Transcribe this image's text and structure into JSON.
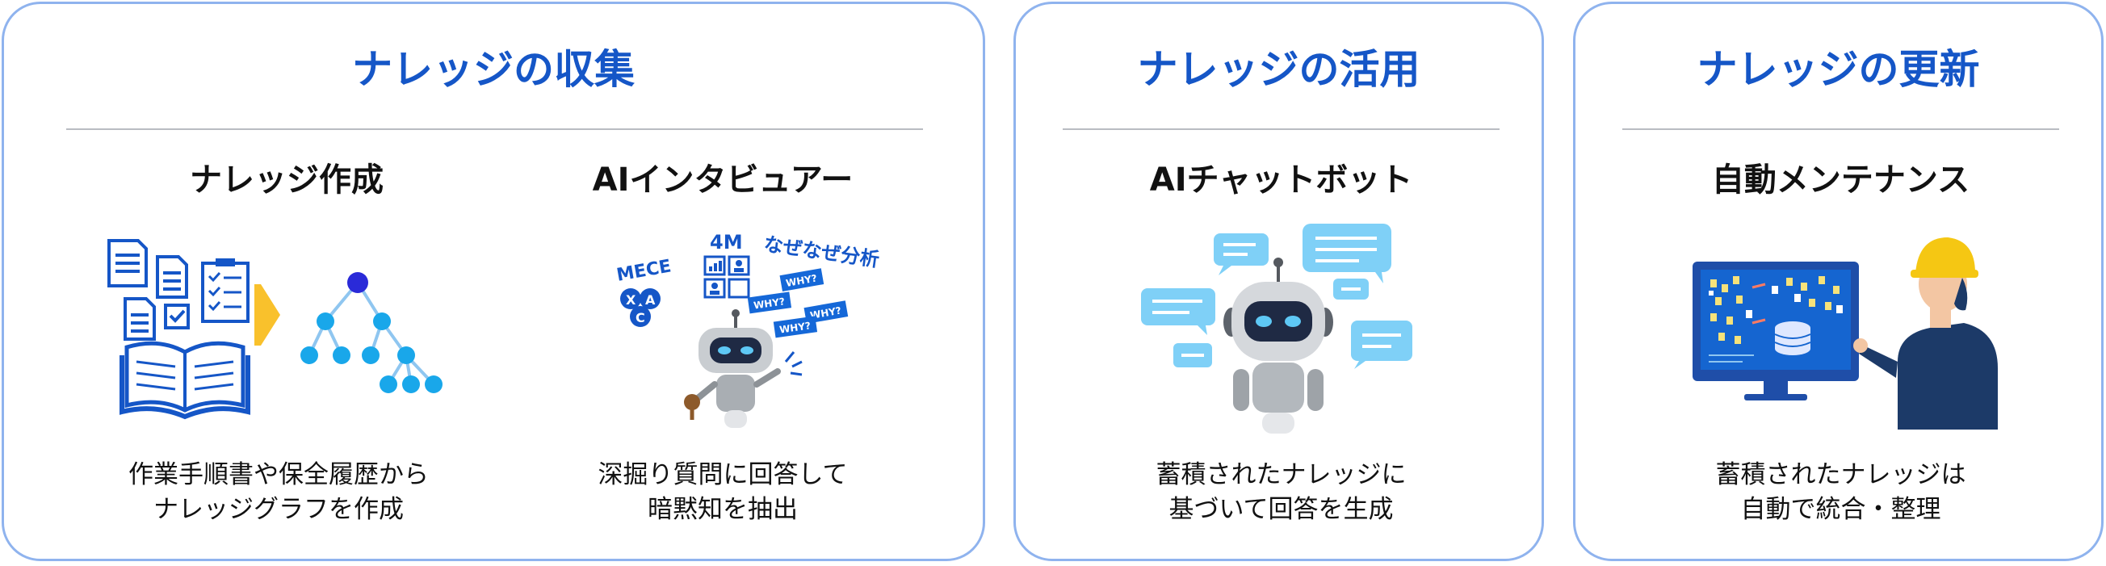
{
  "accent_color": "#1556c7",
  "border_color": "#8fb3ee",
  "cards": [
    {
      "title": "ナレッジの収集",
      "items": [
        {
          "title": "ナレッジ作成",
          "icon": "documents-to-knowledge-graph-icon",
          "desc": [
            "作業手順書や保全履歴から",
            "ナレッジグラフを作成"
          ]
        },
        {
          "title": "AIインタビュアー",
          "icon": "robot-interviewer-icon",
          "labels": {
            "mece": "MECE",
            "fourm": "4M",
            "naze": "なぜなぜ分析",
            "why": "WHY?"
          },
          "desc": [
            "深掘り質問に回答して",
            "暗黙知を抽出"
          ]
        }
      ]
    },
    {
      "title": "ナレッジの活用",
      "items": [
        {
          "title": "AIチャットボット",
          "icon": "chatbot-robot-icon",
          "desc": [
            "蓄積されたナレッジに",
            "基づいて回答を生成"
          ]
        }
      ]
    },
    {
      "title": "ナレッジの更新",
      "items": [
        {
          "title": "自動メンテナンス",
          "icon": "worker-monitor-icon",
          "desc": [
            "蓄積されたナレッジは",
            "自動で統合・整理"
          ]
        }
      ]
    }
  ]
}
